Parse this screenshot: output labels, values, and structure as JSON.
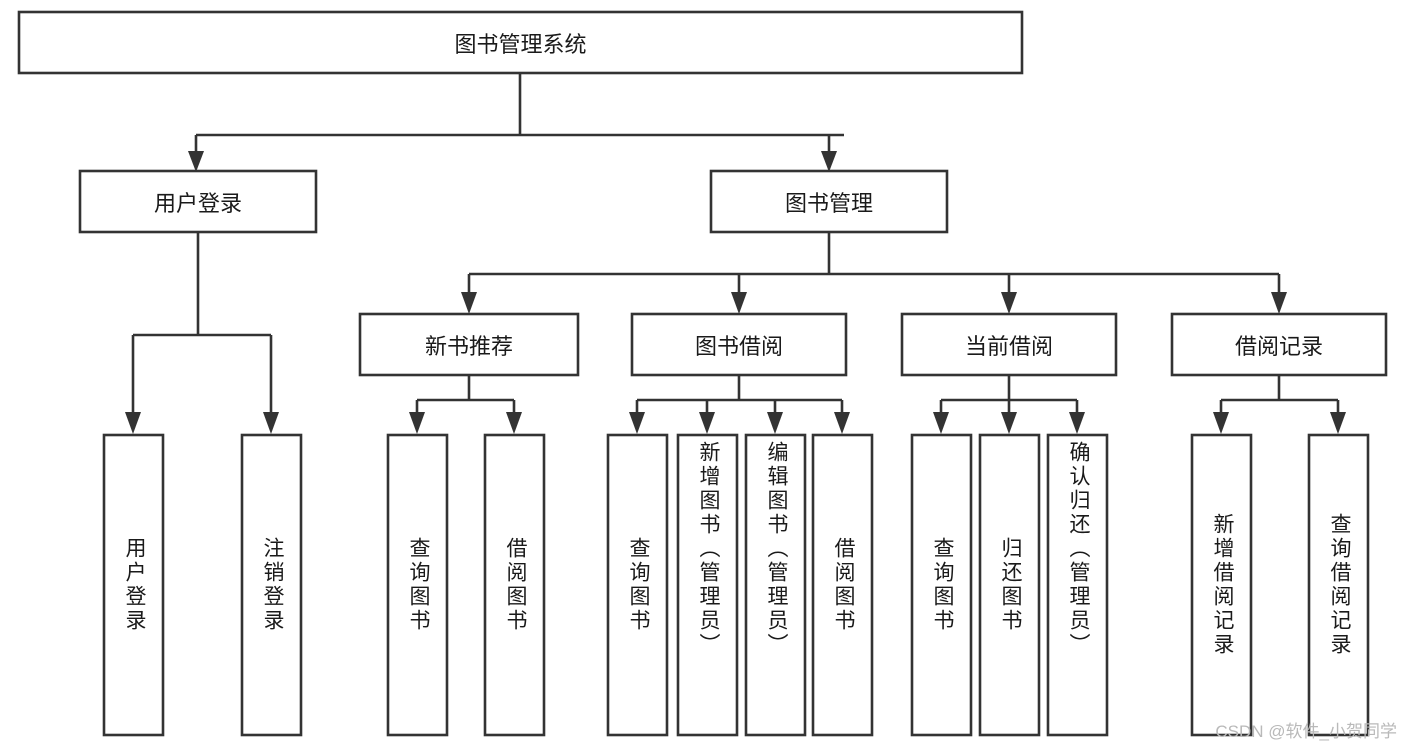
{
  "diagram": {
    "type": "hierarchy-tree",
    "title": "图书管理系统",
    "watermark": "CSDN @软件_小贺同学",
    "colors": {
      "stroke": "#333333",
      "fill": "#ffffff",
      "text": "#1a1a1a",
      "watermark": "#b9b9b9"
    },
    "levels": [
      {
        "level": 0,
        "nodes": [
          {
            "id": "root",
            "label": "图书管理系统",
            "orientation": "horizontal"
          }
        ]
      },
      {
        "level": 1,
        "nodes": [
          {
            "id": "user-login",
            "label": "用户登录",
            "orientation": "horizontal",
            "parent": "root"
          },
          {
            "id": "book-mgmt",
            "label": "图书管理",
            "orientation": "horizontal",
            "parent": "root"
          }
        ]
      },
      {
        "level": 2,
        "nodes": [
          {
            "id": "new-book-rec",
            "label": "新书推荐",
            "orientation": "horizontal",
            "parent": "book-mgmt"
          },
          {
            "id": "book-borrow",
            "label": "图书借阅",
            "orientation": "horizontal",
            "parent": "book-mgmt"
          },
          {
            "id": "current-borrow",
            "label": "当前借阅",
            "orientation": "horizontal",
            "parent": "book-mgmt"
          },
          {
            "id": "borrow-record",
            "label": "借阅记录",
            "orientation": "horizontal",
            "parent": "book-mgmt"
          }
        ]
      },
      {
        "level": 3,
        "nodes": [
          {
            "id": "leaf-user-login",
            "label": "用户登录",
            "orientation": "vertical",
            "parent": "user-login"
          },
          {
            "id": "leaf-logout",
            "label": "注销登录",
            "orientation": "vertical",
            "parent": "user-login"
          },
          {
            "id": "leaf-query-book-1",
            "label": "查询图书",
            "orientation": "vertical",
            "parent": "new-book-rec"
          },
          {
            "id": "leaf-borrow-book-1",
            "label": "借阅图书",
            "orientation": "vertical",
            "parent": "new-book-rec"
          },
          {
            "id": "leaf-query-book-2",
            "label": "查询图书",
            "orientation": "vertical",
            "parent": "book-borrow"
          },
          {
            "id": "leaf-add-book",
            "label": "新增图书（管理员）",
            "orientation": "vertical",
            "parent": "book-borrow"
          },
          {
            "id": "leaf-edit-book",
            "label": "编辑图书（管理员）",
            "orientation": "vertical",
            "parent": "book-borrow"
          },
          {
            "id": "leaf-borrow-book-2",
            "label": "借阅图书",
            "orientation": "vertical",
            "parent": "book-borrow"
          },
          {
            "id": "leaf-query-book-3",
            "label": "查询图书",
            "orientation": "vertical",
            "parent": "current-borrow"
          },
          {
            "id": "leaf-return-book",
            "label": "归还图书",
            "orientation": "vertical",
            "parent": "current-borrow"
          },
          {
            "id": "leaf-confirm-return",
            "label": "确认归还（管理员）",
            "orientation": "vertical",
            "parent": "current-borrow"
          },
          {
            "id": "leaf-add-record",
            "label": "新增借阅记录",
            "orientation": "vertical",
            "parent": "borrow-record"
          },
          {
            "id": "leaf-query-record",
            "label": "查询借阅记录",
            "orientation": "vertical",
            "parent": "borrow-record"
          }
        ]
      }
    ]
  }
}
